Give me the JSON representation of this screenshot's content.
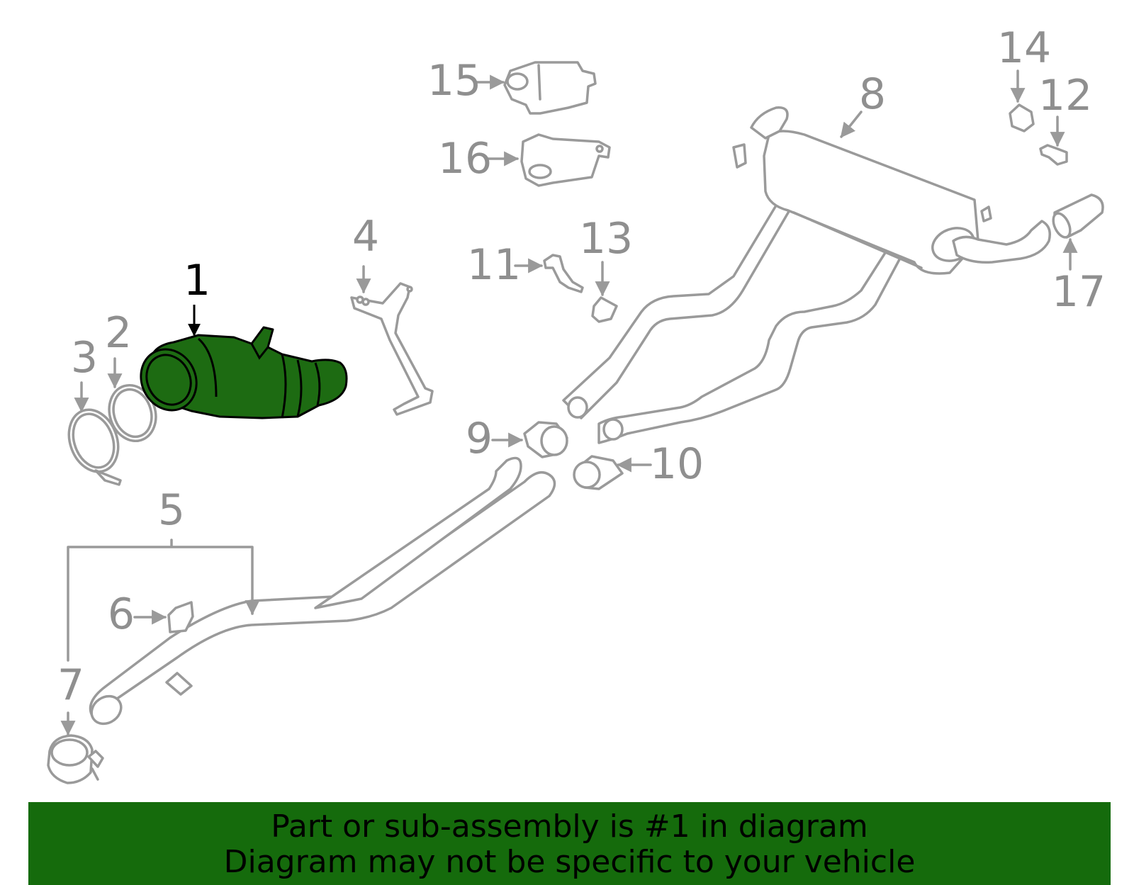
{
  "callouts": {
    "c1": "1",
    "c2": "2",
    "c3": "3",
    "c4": "4",
    "c5": "5",
    "c6": "6",
    "c7": "7",
    "c8": "8",
    "c9": "9",
    "c10": "10",
    "c11": "11",
    "c12": "12",
    "c13": "13",
    "c14": "14",
    "c15": "15",
    "c16": "16",
    "c17": "17"
  },
  "highlighted_part": "1",
  "colors": {
    "highlight": "#1d6b12",
    "footer_background": "#156b0c",
    "part_outline": "#9a9a9a",
    "callout_text": "#8f8f8f"
  },
  "footer": {
    "line1": "Part or sub-assembly is #1 in diagram",
    "line2": "Diagram may not be specific to your vehicle"
  }
}
